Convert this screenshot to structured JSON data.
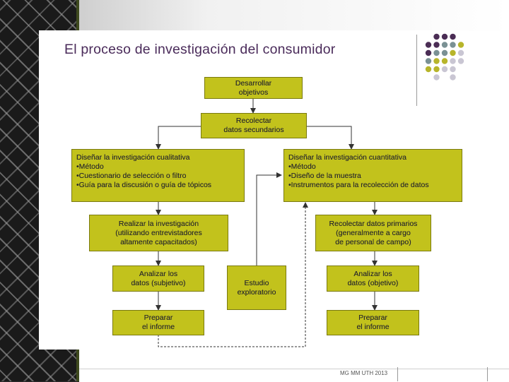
{
  "title": "El proceso de investigación del consumidor",
  "footer": "MG MM UTH 2013",
  "colors": {
    "box_fill": "#c2c21c",
    "title": "#4a2b5a",
    "dot_purple": "#4b2d55",
    "dot_gray_teal": "#7a9194",
    "dot_olive": "#b7b52a",
    "dot_light": "#c9c6d3"
  },
  "boxes": {
    "desarrollar": [
      "Desarrollar",
      "objetivos"
    ],
    "recolectar_sec": [
      "Recolectar",
      "datos secundarios"
    ],
    "cualitativa": [
      "Diseñar la investigación cualitativa",
      "•Método",
      "•Cuestionario de selección o filtro",
      "•Guía para la discusión o guía de tópicos"
    ],
    "cuantitativa": [
      "Diseñar la investigación cuantitativa",
      "•Método",
      "•Diseño de la muestra",
      "•Instrumentos para la recolección de datos"
    ],
    "realizar": [
      "Realizar la investigación",
      "(utilizando entrevistadores",
      "altamente capacitados)"
    ],
    "recolectar_prim": [
      "Recolectar datos primarios",
      "(generalmente a cargo",
      "de personal de campo)"
    ],
    "analizar_subj": [
      "Analizar los",
      "datos (subjetivo)"
    ],
    "estudio": [
      "Estudio",
      "exploratorio"
    ],
    "analizar_obj": [
      "Analizar los",
      "datos (objetivo)"
    ],
    "informe_left": [
      "Preparar",
      "el informe"
    ],
    "informe_right": [
      "Preparar",
      "el informe"
    ]
  }
}
